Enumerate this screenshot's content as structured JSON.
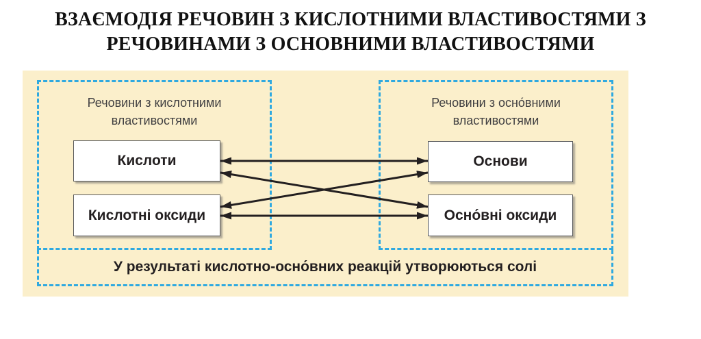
{
  "title": {
    "line1": "ВЗАЄМОДІЯ РЕЧОВИН З КИСЛОТНИМИ ВЛАСТИВОСТЯМИ З",
    "line2": "РЕЧОВИНАМИ З ОСНОВНИМИ ВЛАСТИВОСТЯМИ"
  },
  "diagram": {
    "groups": {
      "acidic": {
        "label": "Речовини з кислотними властивостями",
        "nodes": [
          {
            "id": "acids",
            "label": "Кислоти"
          },
          {
            "id": "acidic-oxides",
            "label": "Кислотні оксиди"
          }
        ]
      },
      "basic": {
        "label": "Речовини з осно́вними властивостями",
        "nodes": [
          {
            "id": "bases",
            "label": "Основи"
          },
          {
            "id": "basic-oxides",
            "label": "Осно́вні оксиди"
          }
        ]
      }
    },
    "connections": [
      {
        "from": "acids",
        "to": "bases",
        "bidirectional": true
      },
      {
        "from": "acids",
        "to": "basic-oxides",
        "bidirectional": true
      },
      {
        "from": "acidic-oxides",
        "to": "bases",
        "bidirectional": true
      },
      {
        "from": "acidic-oxides",
        "to": "basic-oxides",
        "bidirectional": true
      }
    ],
    "footer": "У результаті кислотно-осно́вних реакцій утворюються солі"
  },
  "colors": {
    "panel_bg": "#FBEFCB",
    "dash_border": "#2FA9E0",
    "arrow": "#231F20",
    "node_border": "#58595B",
    "text_dark": "#231F20",
    "label_gray": "#414042"
  }
}
